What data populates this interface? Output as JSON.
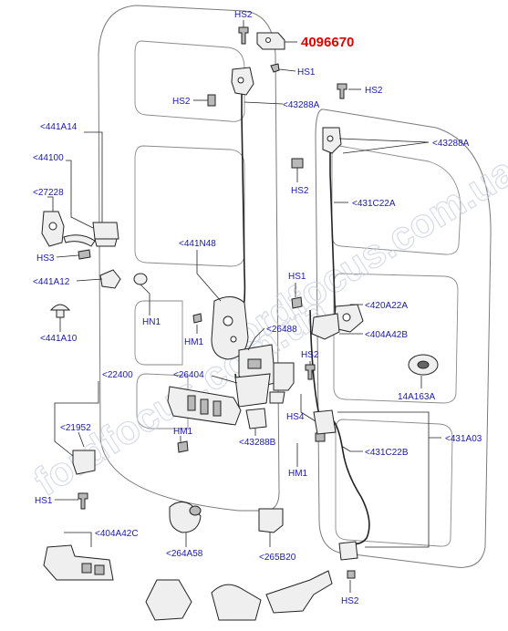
{
  "diagram": {
    "part_number": "4096670",
    "watermark": "fordfocus.com.ua",
    "callouts": [
      {
        "id": "hs2-top",
        "text": "HS2"
      },
      {
        "id": "hs1-top",
        "text": "HS1"
      },
      {
        "id": "hs2-left",
        "text": "HS2"
      },
      {
        "id": "43288a-top",
        "text": "<43288A"
      },
      {
        "id": "hs2-right",
        "text": "HS2"
      },
      {
        "id": "441a14",
        "text": "<441A14"
      },
      {
        "id": "44100",
        "text": "<44100"
      },
      {
        "id": "27228",
        "text": "<27228"
      },
      {
        "id": "43288a-right",
        "text": "<43288A"
      },
      {
        "id": "hs2-mid",
        "text": "HS2"
      },
      {
        "id": "431c22a",
        "text": "<431C22A"
      },
      {
        "id": "441n48",
        "text": "<441N48"
      },
      {
        "id": "hs3",
        "text": "HS3"
      },
      {
        "id": "441a12",
        "text": "<441A12"
      },
      {
        "id": "hs1-mid",
        "text": "HS1"
      },
      {
        "id": "420a22a",
        "text": "<420A22A"
      },
      {
        "id": "hn1",
        "text": "HN1"
      },
      {
        "id": "441a10",
        "text": "<441A10"
      },
      {
        "id": "26488",
        "text": "<26488"
      },
      {
        "id": "hm1-a",
        "text": "HM1"
      },
      {
        "id": "404a42b",
        "text": "<404A42B"
      },
      {
        "id": "hs2-lower",
        "text": "HS2"
      },
      {
        "id": "22400",
        "text": "<22400"
      },
      {
        "id": "26404",
        "text": "<26404"
      },
      {
        "id": "14a163a",
        "text": "14A163A"
      },
      {
        "id": "hs4",
        "text": "HS4"
      },
      {
        "id": "21952",
        "text": "<21952"
      },
      {
        "id": "hm1-b",
        "text": "HM1"
      },
      {
        "id": "43288b",
        "text": "<43288B"
      },
      {
        "id": "431c22b",
        "text": "<431C22B"
      },
      {
        "id": "431a03",
        "text": "<431A03"
      },
      {
        "id": "hm1-c",
        "text": "HM1"
      },
      {
        "id": "hs1-bottom",
        "text": "HS1"
      },
      {
        "id": "404a42c",
        "text": "<404A42C"
      },
      {
        "id": "264a58",
        "text": "<264A58"
      },
      {
        "id": "265b20",
        "text": "<265B20"
      },
      {
        "id": "hs2-bottom",
        "text": "HS2"
      }
    ]
  }
}
